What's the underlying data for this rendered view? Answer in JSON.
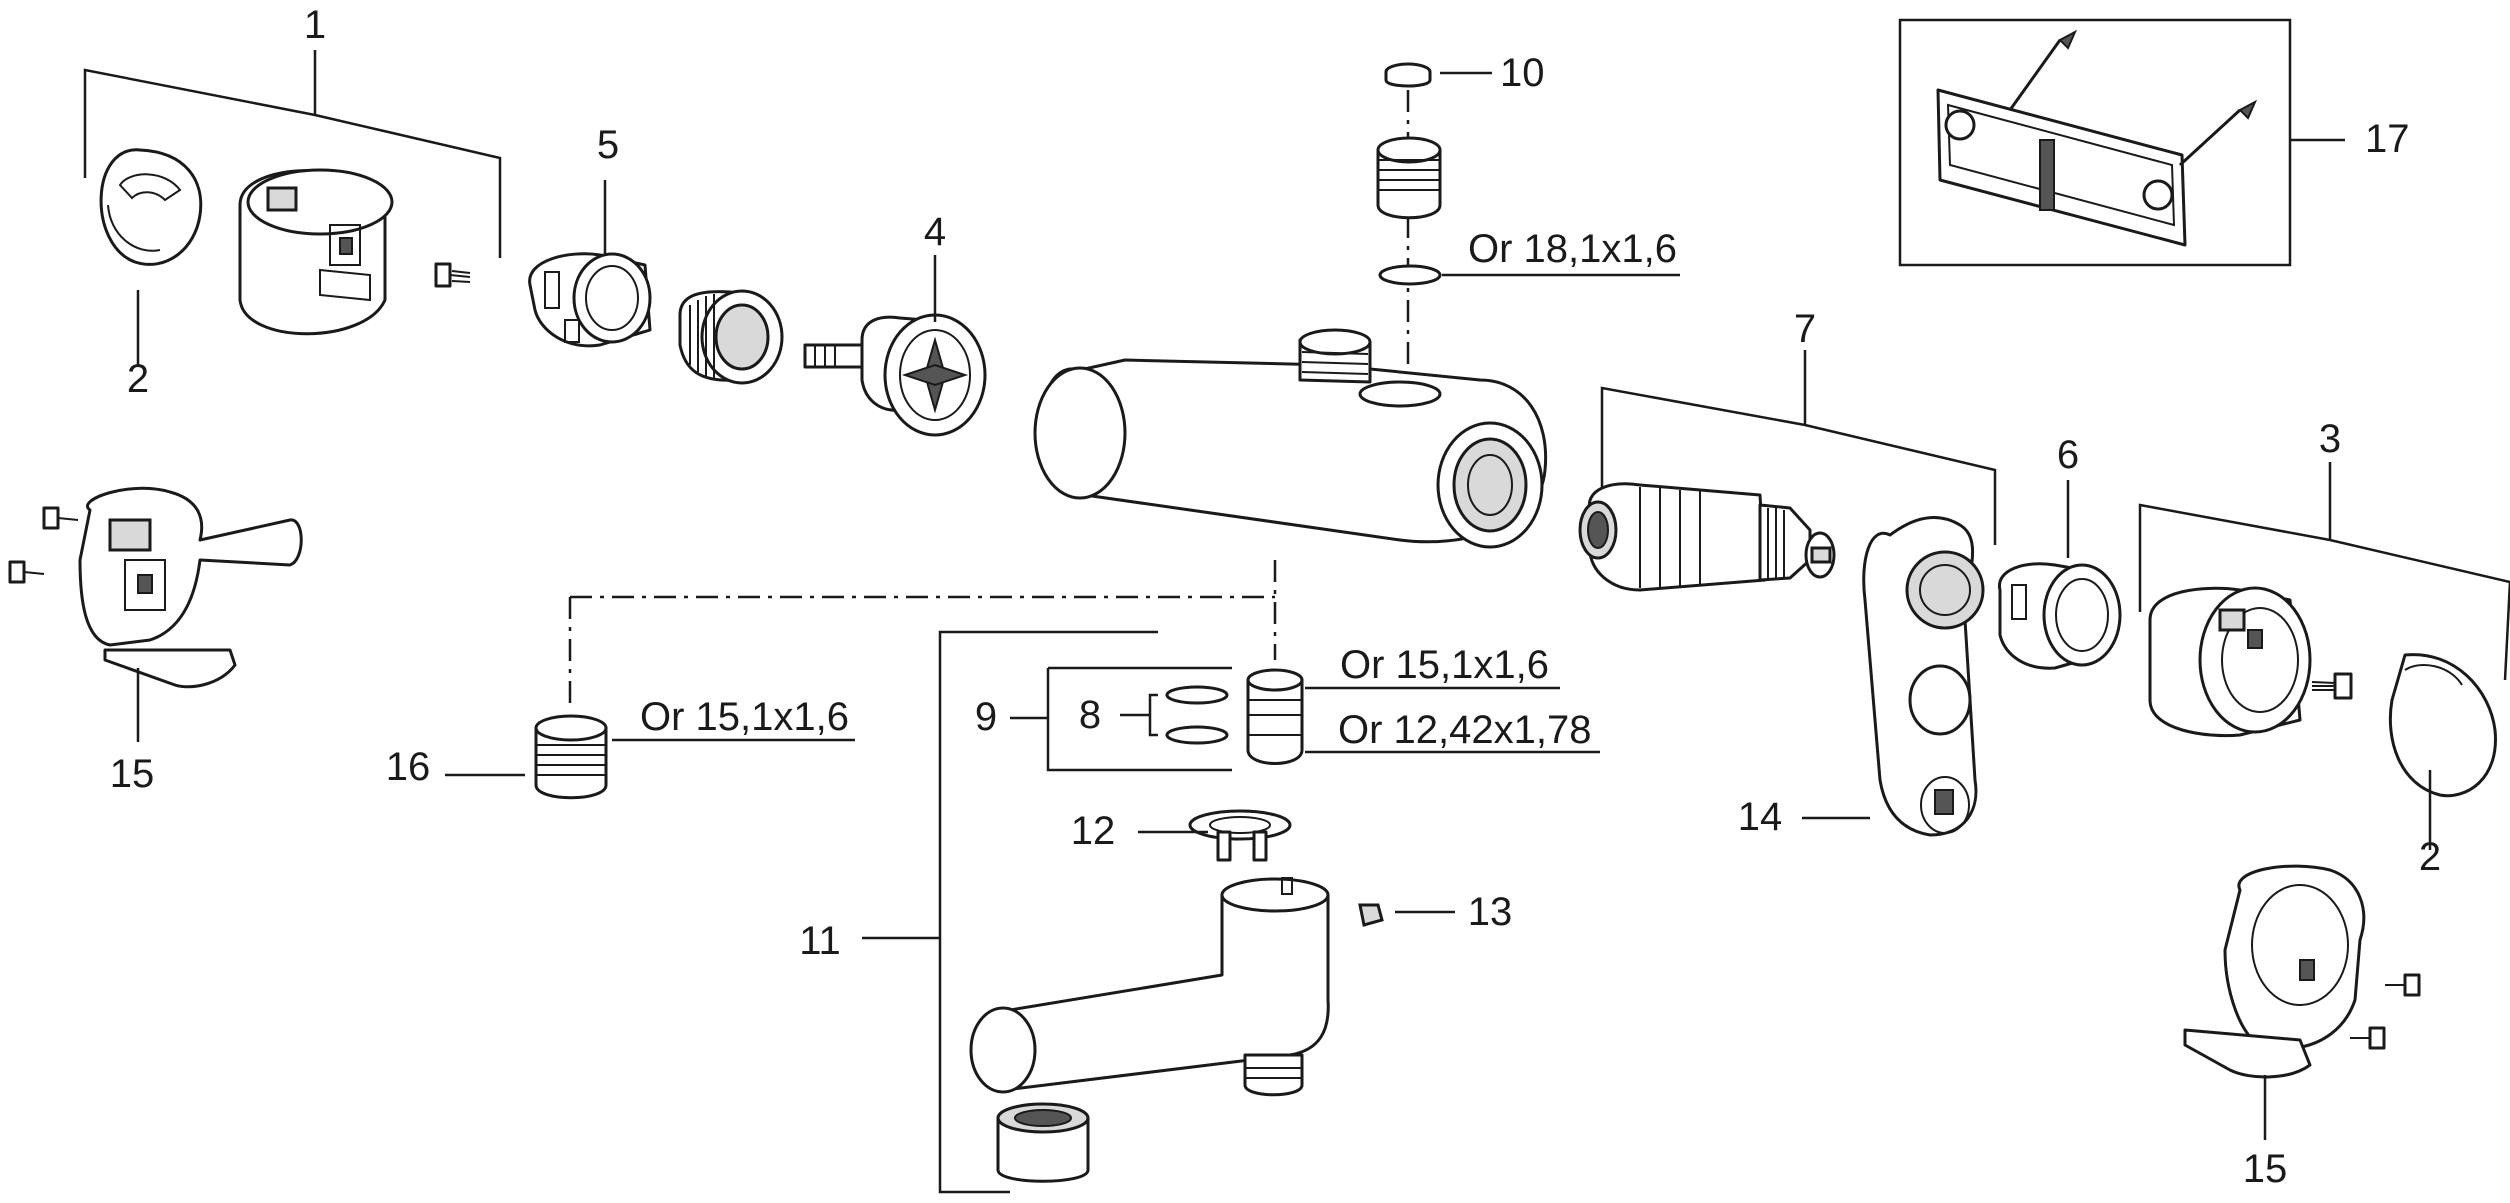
{
  "labels": {
    "p1": "1",
    "p2a": "2",
    "p2b": "2",
    "p3": "3",
    "p4": "4",
    "p5": "5",
    "p6": "6",
    "p7": "7",
    "p8": "8",
    "p9": "9",
    "p10": "10",
    "p11": "11",
    "p12": "12",
    "p13": "13",
    "p14": "14",
    "p15a": "15",
    "p15b": "15",
    "p16": "16",
    "p17": "17"
  },
  "oring_labels": {
    "or_18": "Or 18,1x1,6",
    "or_15_top": "Or 15,1x1,6",
    "or_12": "Or 12,42x1,78",
    "or_15_left": "Or 15,1x1,6"
  }
}
